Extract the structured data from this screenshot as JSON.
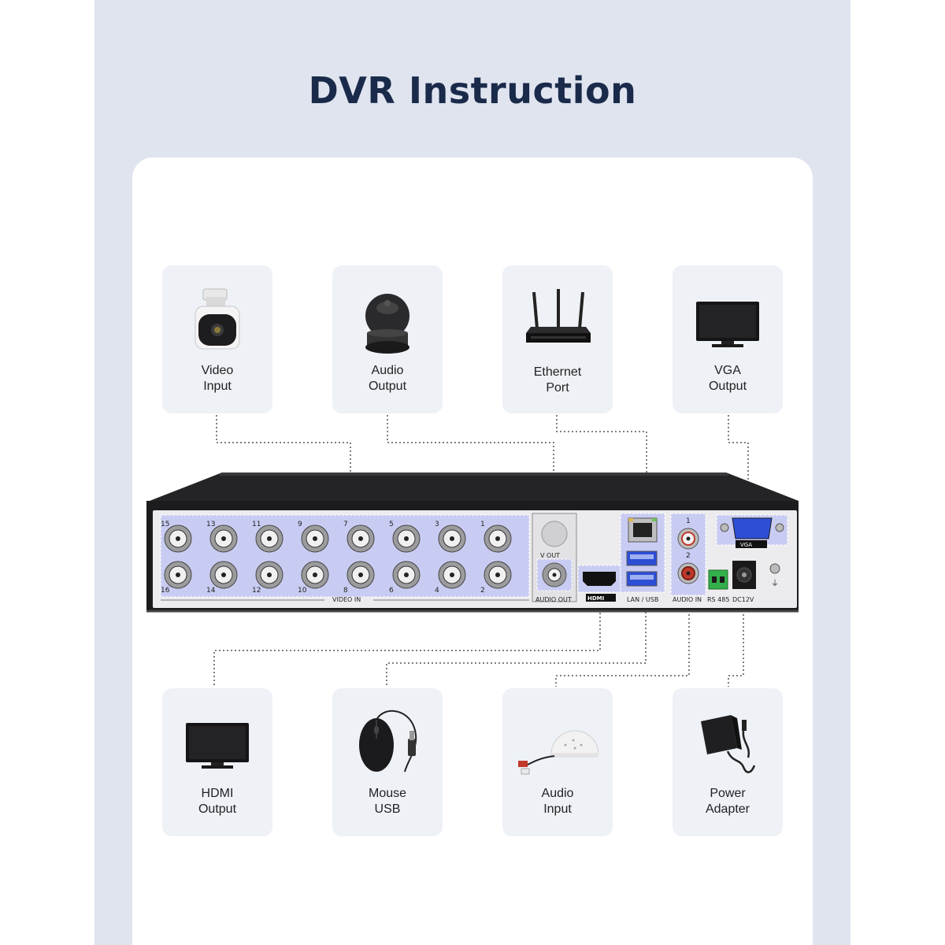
{
  "title": "DVR Instruction",
  "top_devices": [
    {
      "line1": "Video",
      "line2": "Input",
      "icon": "camera-icon"
    },
    {
      "line1": "Audio",
      "line2": "Output",
      "icon": "speaker-icon"
    },
    {
      "line1": "Ethernet",
      "line2": "Port",
      "icon": "router-icon"
    },
    {
      "line1": "VGA",
      "line2": "Output",
      "icon": "monitor-icon"
    }
  ],
  "bottom_devices": [
    {
      "line1": "HDMI",
      "line2": "Output",
      "icon": "monitor-icon"
    },
    {
      "line1": "Mouse",
      "line2": "USB",
      "icon": "mouse-icon"
    },
    {
      "line1": "Audio",
      "line2": "Input",
      "icon": "microphone-icon"
    },
    {
      "line1": "Power",
      "line2": "Adapter",
      "icon": "power-adapter-icon"
    }
  ],
  "dvr_panel": {
    "video_in_label": "VIDEO IN",
    "top_row_numbers": [
      "15",
      "13",
      "11",
      "9",
      "7",
      "5",
      "3",
      "1"
    ],
    "bottom_row_numbers": [
      "16",
      "14",
      "12",
      "10",
      "8",
      "6",
      "4",
      "2"
    ],
    "v_out_label": "V OUT",
    "audio_out_label": "AUDIO OUT",
    "hdmi_label": "HDMI",
    "lan_usb_label": "LAN / USB",
    "audio_in_label": "AUDIO IN",
    "audio_in_numbers": [
      "1",
      "2"
    ],
    "rs485_label": "RS 485",
    "dc12v_label": "DC12V",
    "vga_label": "VGA"
  },
  "colors": {
    "page_panel": "#dfe4ef",
    "title": "#1a2a4a",
    "card_box": "#eef1f6",
    "port_highlight": "#c9ccf2",
    "dvr_body": "#1c1c1e"
  }
}
